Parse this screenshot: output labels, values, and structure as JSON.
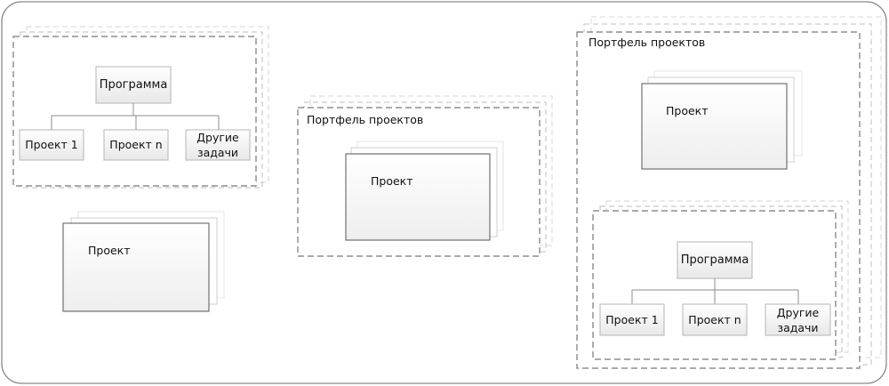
{
  "diagram": {
    "group_a": {
      "program": "Программа",
      "project_1": "Проект 1",
      "project_n": "Проект n",
      "other_tasks_line1": "Другие",
      "other_tasks_line2": "задачи"
    },
    "standalone_project": "Проект",
    "portfolio_middle": {
      "title": "Портфель проектов",
      "project": "Проект"
    },
    "portfolio_right": {
      "title": "Портфель проектов",
      "project": "Проект",
      "program": "Программа",
      "project_1": "Проект 1",
      "project_n": "Проект n",
      "other_tasks_line1": "Другие",
      "other_tasks_line2": "задачи"
    }
  }
}
